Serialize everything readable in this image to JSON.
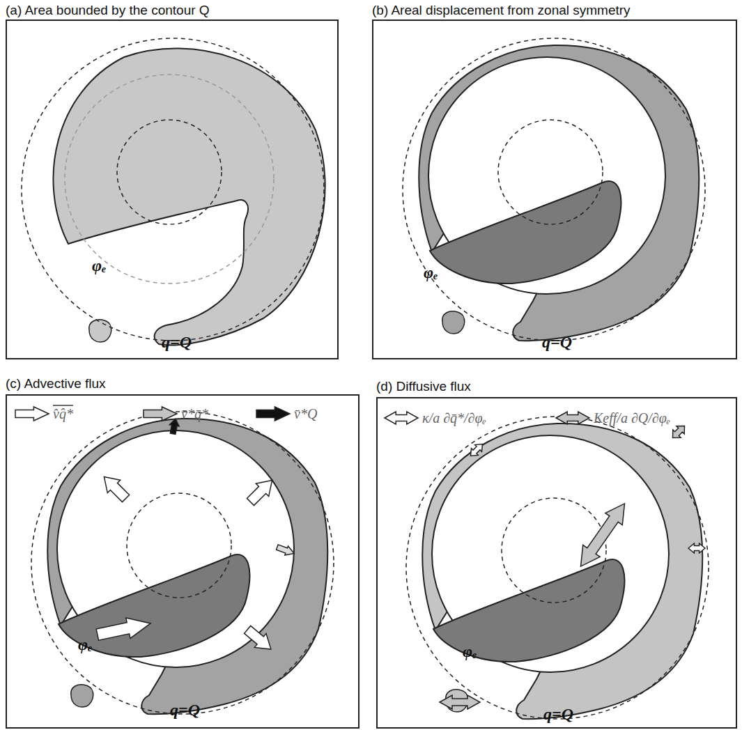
{
  "diagram": {
    "nodes": [
      {
        "text": [
          "(a) Area bounded by the contour Q"
        ]
      },
      {
        "text": [
          "(b) Areal displacement from zonal symmetry"
        ]
      },
      {
        "text": [
          "(c) Advective flux"
        ]
      },
      {
        "text": [
          "(d) Diffusive flux"
        ]
      }
    ],
    "labels": [
      "φₑ",
      "q=Q",
      "φₑ",
      "q=Q",
      "φₑ",
      "q=Q",
      "φₑ",
      "q=Q"
    ],
    "legend": [
      {
        "text": "v̂q̂*"
      },
      {
        "text": "v̄*q̄*"
      },
      {
        "text": "v̄*Q"
      },
      {
        "text": "κ/a ∂q̄*/∂φₑ"
      },
      {
        "text": "Keff/a ∂Q/∂φₑ"
      }
    ]
  }
}
